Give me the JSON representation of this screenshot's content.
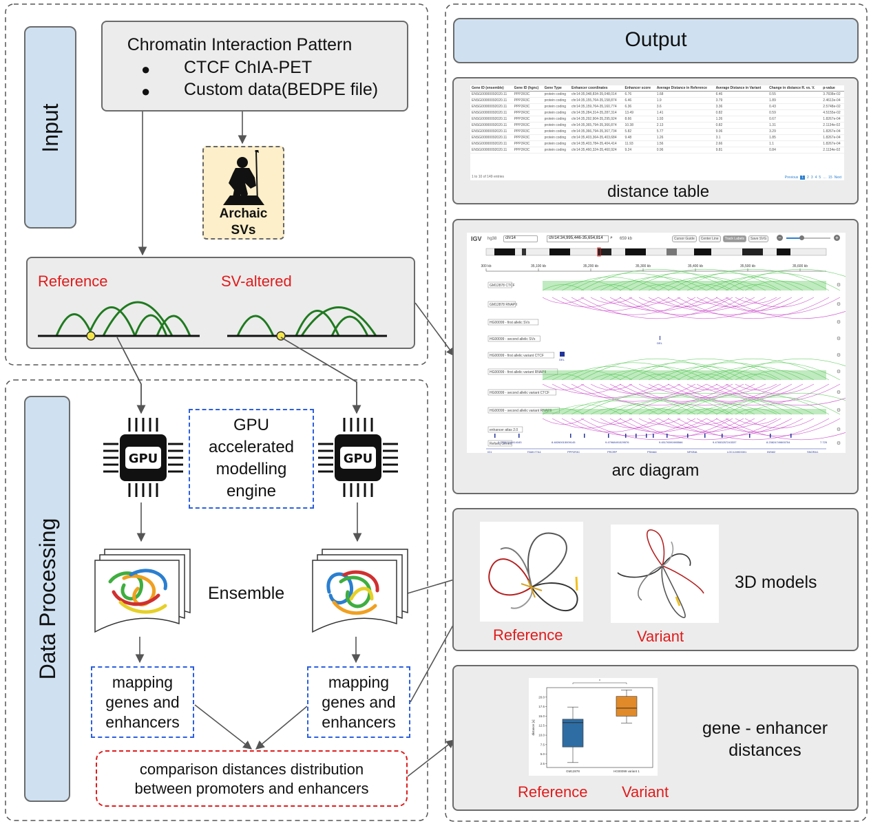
{
  "sections": {
    "input_label": "Input",
    "processing_label": "Data Processing",
    "output_label": "Output"
  },
  "input": {
    "pattern_title": "Chromatin Interaction Pattern",
    "pattern_items": [
      "CTCF ChIA-PET",
      "Custom data(BEDPE file)"
    ],
    "archaic_label_1": "Archaic",
    "archaic_label_2": "SVs",
    "reference_label": "Reference",
    "sv_altered_label": "SV-altered"
  },
  "processing": {
    "gpu_chip_label": "GPU",
    "engine_lines": [
      "GPU",
      "accelerated",
      "modelling",
      "engine"
    ],
    "ensemble_label": "Ensemble",
    "mapping_lines": [
      "mapping",
      "genes and",
      "enhancers"
    ],
    "comparison_lines": [
      "comparison distances distribution",
      "between promoters and enhancers"
    ]
  },
  "output": {
    "distance_table_caption": "distance table",
    "arc_diagram_caption": "arc diagram",
    "models_caption": "3D models",
    "distances_caption_1": "gene - enhancer",
    "distances_caption_2": "distances",
    "models_ref_label": "Reference",
    "models_var_label": "Variant",
    "distances_ref_label": "Reference",
    "distances_var_label": "Variant"
  },
  "distance_table": {
    "headers": [
      "Gene ID (ensemble)",
      "Gene ID (hgnc)",
      "Gene Type",
      "Enhancer coordinates",
      "Enhancer score",
      "Average Distance in Reference",
      "Average Distance in Variant",
      "Change in distance R. vs. V.",
      "p-value"
    ],
    "rows": [
      [
        "ENSG00000092020.11",
        "PPP2R3C",
        "protein coding",
        "chr14:35,048,834-35,048,014",
        "6.76",
        "1.68",
        "6.46",
        "0.55",
        "3.7838e-02"
      ],
      [
        "ENSG00000092020.11",
        "PPP2R3C",
        "protein coding",
        "chr14:35,155,764-35,158,874",
        "6.46",
        "1.9",
        "3.79",
        "1.89",
        "2.4613e-04"
      ],
      [
        "ENSG00000092020.11",
        "PPP2R3C",
        "protein coding",
        "chr14:35,159,764-35,160,774",
        "6.36",
        "3.6",
        "3.36",
        "0.43",
        "2.5748e-02"
      ],
      [
        "ENSG00000092020.11",
        "PPP2R3C",
        "protein coding",
        "chr14:35,284,314-35,287,314",
        "13.49",
        "1.41",
        "0.82",
        "0.59",
        "4.5155e-02"
      ],
      [
        "ENSG00000092020.11",
        "PPP2R3C",
        "protein coding",
        "chr14:35,292,904-35,295,924",
        "8.66",
        "1.93",
        "1.26",
        "0.67",
        "1.8267e-04"
      ],
      [
        "ENSG00000092020.11",
        "PPP2R3C",
        "protein coding",
        "chr14:35,365,794-35,366,874",
        "10.38",
        "2.13",
        "0.82",
        "1.31",
        "2.1134e-02"
      ],
      [
        "ENSG00000092020.11",
        "PPP2R3C",
        "protein coding",
        "chr14:35,366,794-35,367,734",
        "5.82",
        "5.77",
        "9.06",
        "3.29",
        "1.8267e-04"
      ],
      [
        "ENSG00000092020.11",
        "PPP2R3C",
        "protein coding",
        "chr14:35,403,364-35,403,684",
        "9.48",
        "1.26",
        "3.1",
        "1.85",
        "1.8267e-04"
      ],
      [
        "ENSG00000092020.11",
        "PPP2R3C",
        "protein coding",
        "chr14:35,403,784-35,404,414",
        "11.93",
        "1.56",
        "2.66",
        "1.1",
        "1.8267e-04"
      ],
      [
        "ENSG00000092020.11",
        "PPP2R3C",
        "protein coding",
        "chr14:35,460,324-35,460,924",
        "9.24",
        "0.96",
        "9.81",
        "0.84",
        "2.1134e-02"
      ]
    ],
    "footer_left": "1 to 10 of 149 entries",
    "pager": [
      "Previous",
      "1",
      "2",
      "3",
      "4",
      "5",
      "…",
      "15",
      "Next"
    ]
  },
  "igv": {
    "logo": "IGV",
    "genome": "hg38",
    "chrom": "chr14",
    "locus": "chr14:34,995,446-35,654,814",
    "width_label": "659 kb",
    "buttons": [
      "Cursor Guide",
      "Center Line",
      "Track Labels",
      "Save SVG"
    ],
    "ruler_ticks": [
      "300 kb",
      "35,100 kb",
      "35,200 kb",
      "35,300 kb",
      "35,400 kb",
      "35,500 kb",
      "35,600 kb"
    ],
    "tracks": [
      "GM12878 CTCF",
      "GM12878 RNAPII",
      "HG00099 - first allelic SVs",
      "HG00099 - second allelic SVs",
      "HG00099 - first allelic variant CTCF",
      "HG00099 - first allelic variant RNAPII",
      "HG00099 - second allelic variant CTCF",
      "HG00099 - second allelic variant RNAPII",
      "enhancer atlas 2.0",
      "Refseq Genes"
    ],
    "del_label": "DEL",
    "enhancer_scores": [
      "0.77857154414183",
      "8.48260015009145",
      "9.47968491529576",
      "9.45176591985566",
      "9.47653257243337",
      "8.23824749800754",
      "7.725"
    ],
    "genes": [
      "IG1",
      "FAM177A1",
      "PPP2R3C",
      "PRORP",
      "PSMA6",
      "NFKBIA",
      "LOC124903301",
      "INSM2",
      "SNORA1"
    ]
  },
  "boxplot": {
    "ylabel": "distance [u]",
    "yticks": [
      "2.5",
      "5.0",
      "7.5",
      "10.0",
      "12.5",
      "15.0",
      "17.5",
      "20.0"
    ],
    "categories": [
      "GM12878",
      "HG00099 variant 1"
    ],
    "significance": "*",
    "series": [
      {
        "min": 2.8,
        "q1": 6.9,
        "median": 13.3,
        "q3": 14.2,
        "max": 17.4
      },
      {
        "min": 13.2,
        "q1": 15.0,
        "median": 17.1,
        "q3": 20.2,
        "max": 21.9
      }
    ]
  },
  "colors": {
    "blue_box": "#cfe1f1",
    "gray_box": "#ececec",
    "red_text": "#e01b1b",
    "arc_green": "#1f7a1f",
    "anchor_yellow": "#f4e64a",
    "igv_green": "#4bc44b",
    "igv_magenta": "#c12bc1",
    "box_blue": "#2e6da4",
    "box_orange": "#e08a2a"
  }
}
